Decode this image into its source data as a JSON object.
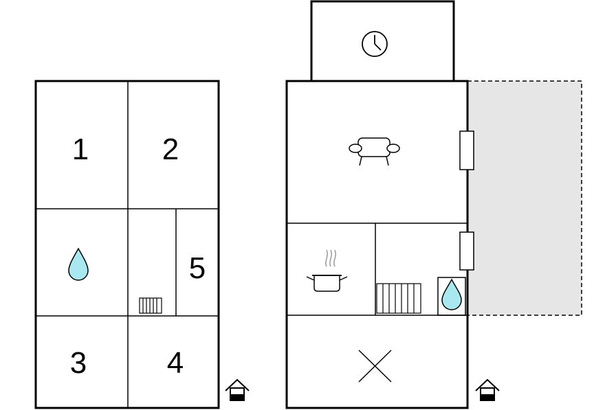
{
  "floor_plan": {
    "rooms": [
      {
        "name": "bedroom-1",
        "label": "1"
      },
      {
        "name": "bedroom-2",
        "label": "2"
      },
      {
        "name": "bedroom-3",
        "label": "3"
      },
      {
        "name": "bedroom-4",
        "label": "4"
      },
      {
        "name": "bedroom-5",
        "label": "5"
      }
    ],
    "icons": [
      "water-drop-icon",
      "radiator-icon",
      "stairs-icon",
      "clock-icon",
      "sofa-icon",
      "cooking-pot-icon",
      "cross-icon"
    ],
    "colors": {
      "wall": "#000000",
      "water": "#a8e8f0",
      "terrace": "#e6e6e6"
    }
  }
}
